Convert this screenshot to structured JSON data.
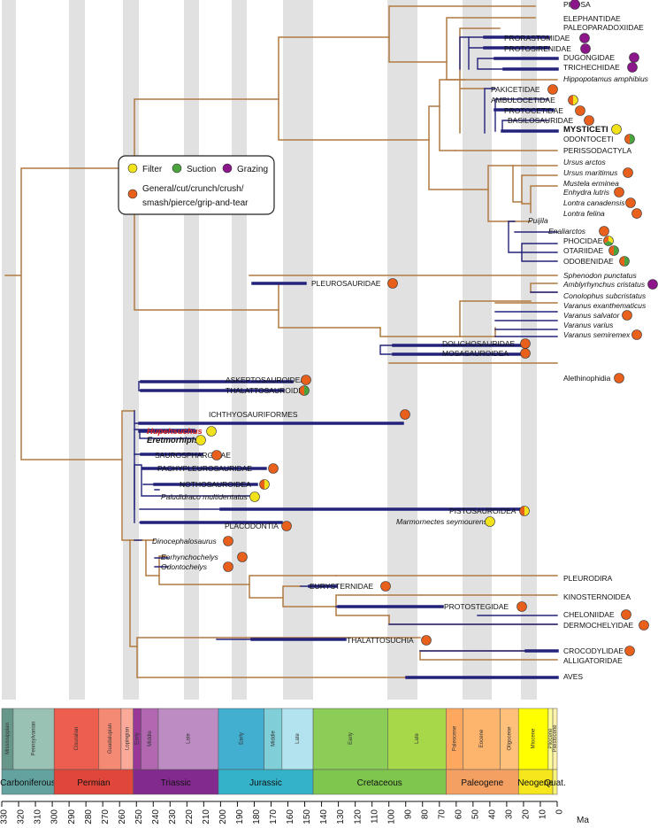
{
  "colors": {
    "branch_brown": "#b07a40",
    "branch_blue": "#22227a",
    "shade": "#e1e1e1",
    "dot_filter": "#f2e21a",
    "dot_suction": "#4aa33d",
    "dot_grazing": "#8b178b",
    "dot_general": "#e8601c",
    "hupehsuchus_red": "#d8231f"
  },
  "legend": {
    "filter": "Filter",
    "suction": "Suction",
    "grazing": "Grazing",
    "general_line1": "General/cut/crunch/crush/",
    "general_line2": "smash/pierce/grip-and-tear"
  },
  "taxa": [
    {
      "label": "PILOSA",
      "style": "caps",
      "diet": [
        "grazing"
      ]
    },
    {
      "label": "ELEPHANTIDAE",
      "style": "caps",
      "diet": []
    },
    {
      "label": "PALEOPARADOXIIDAE",
      "style": "caps",
      "diet": []
    },
    {
      "label": "PRORASTOMIDAE",
      "style": "caps",
      "diet": [
        "grazing"
      ]
    },
    {
      "label": "PROTOSIRENIDAE",
      "style": "caps",
      "diet": [
        "grazing"
      ]
    },
    {
      "label": "DUGONGIDAE",
      "style": "caps",
      "diet": [
        "grazing"
      ]
    },
    {
      "label": "TRICHECHIDAE",
      "style": "caps",
      "diet": [
        "grazing"
      ]
    },
    {
      "label": "Hippopotamus amphibius",
      "style": "italic",
      "diet": []
    },
    {
      "label": "PAKICETIDAE",
      "style": "caps",
      "diet": [
        "general"
      ]
    },
    {
      "label": "AMBULOCETIDAE",
      "style": "caps",
      "diet": [
        "filter",
        "general"
      ]
    },
    {
      "label": "PROTOCETIDAE",
      "style": "caps",
      "diet": [
        "general"
      ]
    },
    {
      "label": "BASILOSAURIDAE",
      "style": "caps",
      "diet": [
        "general"
      ]
    },
    {
      "label": "MYSTICETI",
      "style": "bold",
      "diet": [
        "filter"
      ]
    },
    {
      "label": "ODONTOCETI",
      "style": "caps",
      "diet": [
        "suction",
        "general"
      ]
    },
    {
      "label": "PERISSODACTYLA",
      "style": "caps",
      "diet": []
    },
    {
      "label": "Ursus arctos",
      "style": "italic",
      "diet": []
    },
    {
      "label": "Ursus maritimus",
      "style": "italic",
      "diet": [
        "general"
      ]
    },
    {
      "label": "Mustela erminea",
      "style": "italic",
      "diet": []
    },
    {
      "label": "Enhydra lutris",
      "style": "italic",
      "diet": [
        "general"
      ]
    },
    {
      "label": "Lontra canadensis",
      "style": "italic",
      "diet": [
        "general"
      ]
    },
    {
      "label": "Lontra felina",
      "style": "italic",
      "diet": [
        "general"
      ]
    },
    {
      "label": "Puijila",
      "style": "italic",
      "diet": []
    },
    {
      "label": "Enaliarctos",
      "style": "italic",
      "diet": [
        "general"
      ]
    },
    {
      "label": "PHOCIDAE",
      "style": "caps",
      "diet": [
        "filter",
        "suction",
        "general"
      ]
    },
    {
      "label": "OTARIIDAE",
      "style": "caps",
      "diet": [
        "suction",
        "general"
      ]
    },
    {
      "label": "ODOBENIDAE",
      "style": "caps",
      "diet": [
        "suction",
        "general"
      ]
    },
    {
      "label": "Sphenodon punctatus",
      "style": "italic",
      "diet": []
    },
    {
      "label": "PLEUROSAURIDAE",
      "style": "caps",
      "diet": [
        "general"
      ]
    },
    {
      "label": "Amblyrhynchus cristatus",
      "style": "italic",
      "diet": [
        "grazing"
      ]
    },
    {
      "label": "Conolophus subcristatus",
      "style": "italic",
      "diet": []
    },
    {
      "label": "Varanus exanthematicus",
      "style": "italic",
      "diet": []
    },
    {
      "label": "Varanus salvator",
      "style": "italic",
      "diet": [
        "general"
      ]
    },
    {
      "label": "Varanus varius",
      "style": "italic",
      "diet": []
    },
    {
      "label": "Varanus semiremex",
      "style": "italic",
      "diet": [
        "general"
      ]
    },
    {
      "label": "DOLICHOSAURIDAE",
      "style": "caps",
      "diet": [
        "general"
      ]
    },
    {
      "label": "MOSASAUROIDEA",
      "style": "caps",
      "diet": [
        "general"
      ]
    },
    {
      "label": "Alethinophidia",
      "style": "plain",
      "diet": [
        "general"
      ]
    },
    {
      "label": "ASKEPTOSAUROIDEA",
      "style": "caps",
      "diet": [
        "general"
      ]
    },
    {
      "label": "THALATTOSAUROIDEA",
      "style": "caps",
      "diet": [
        "suction",
        "general"
      ]
    },
    {
      "label": "ICHTHYOSAURIFORMES",
      "style": "caps",
      "diet": [
        "general"
      ]
    },
    {
      "label": "Hupehsuchus",
      "style": "red",
      "diet": [
        "filter"
      ]
    },
    {
      "label": "Eretmorhipis",
      "style": "bolditalic",
      "diet": [
        "filter"
      ]
    },
    {
      "label": "SAUROSPHARGIDAE",
      "style": "caps",
      "diet": [
        "general"
      ]
    },
    {
      "label": "PACHYPLEUROSAURIDAE",
      "style": "caps",
      "diet": [
        "general"
      ]
    },
    {
      "label": "NOTHOSAUROIDEA",
      "style": "caps",
      "diet": [
        "filter",
        "general"
      ]
    },
    {
      "label": "Paludidraco multidentatus",
      "style": "italic",
      "diet": [
        "filter"
      ]
    },
    {
      "label": "PISTOSAUROIDEA",
      "style": "caps",
      "diet": [
        "filter",
        "general"
      ]
    },
    {
      "label": "Marmornectes seymourensis",
      "style": "italic",
      "diet": [
        "filter"
      ]
    },
    {
      "label": "PLACODONTIA",
      "style": "caps",
      "diet": [
        "general"
      ]
    },
    {
      "label": "Dinocephalosaurus",
      "style": "italic",
      "diet": [
        "general"
      ]
    },
    {
      "label": "Eorhynchochelys",
      "style": "italic",
      "diet": [
        "general"
      ]
    },
    {
      "label": "Odontochelys",
      "style": "italic",
      "diet": [
        "general"
      ]
    },
    {
      "label": "PLEURODIRA",
      "style": "caps",
      "diet": []
    },
    {
      "label": "EURYSTERNIDAE",
      "style": "caps",
      "diet": [
        "general"
      ]
    },
    {
      "label": "KINOSTERNOIDEA",
      "style": "caps",
      "diet": []
    },
    {
      "label": "PROTOSTEGIDAE",
      "style": "caps",
      "diet": [
        "general"
      ]
    },
    {
      "label": "CHELONIIDAE",
      "style": "caps",
      "diet": [
        "general"
      ]
    },
    {
      "label": "DERMOCHELYIDAE",
      "style": "caps",
      "diet": [
        "general"
      ]
    },
    {
      "label": "THALATTOSUCHIA",
      "style": "caps",
      "diet": [
        "general"
      ]
    },
    {
      "label": "CROCODYLIDAE",
      "style": "caps",
      "diet": [
        "general"
      ]
    },
    {
      "label": "ALLIGATORIDAE",
      "style": "caps",
      "diet": []
    },
    {
      "label": "AVES",
      "style": "caps",
      "diet": []
    }
  ],
  "periods": [
    {
      "name": "Carboniferous",
      "color": "#62a3a0"
    },
    {
      "name": "Permian",
      "color": "#e0463a"
    },
    {
      "name": "Triassic",
      "color": "#822a8e"
    },
    {
      "name": "Jurassic",
      "color": "#34b2c9"
    },
    {
      "name": "Cretaceous",
      "color": "#7fc64e"
    },
    {
      "name": "Paleogene",
      "color": "#f4a063"
    },
    {
      "name": "Neogene",
      "color": "#f6e61c"
    },
    {
      "name": "Quat.",
      "color": "#f9f57a"
    }
  ],
  "epochs": [
    {
      "name": "Mississippian",
      "color": "#67978b"
    },
    {
      "name": "Pennsylvanian",
      "color": "#99c2b5"
    },
    {
      "name": "Cisuralian",
      "color": "#ee5e4f"
    },
    {
      "name": "Guadalupian",
      "color": "#f58a74"
    },
    {
      "name": "Lopingian",
      "color": "#fbaa9a"
    },
    {
      "name": "Early",
      "color": "#983999"
    },
    {
      "name": "Middle",
      "color": "#b168b1"
    },
    {
      "name": "Late",
      "color": "#bd8cc3"
    },
    {
      "name": "Early",
      "color": "#42aed0"
    },
    {
      "name": "Middle",
      "color": "#80cfd8"
    },
    {
      "name": "Late",
      "color": "#b3e3ee"
    },
    {
      "name": "Early",
      "color": "#8ccd57"
    },
    {
      "name": "Late",
      "color": "#a6d84a"
    },
    {
      "name": "Paleocene",
      "color": "#fda75f"
    },
    {
      "name": "Eocene",
      "color": "#fdb46c"
    },
    {
      "name": "Oligocene",
      "color": "#fec07a"
    },
    {
      "name": "Miocene",
      "color": "#ffff00"
    },
    {
      "name": "Pliocene",
      "color": "#ffff99"
    },
    {
      "name": "Pleistocene",
      "color": "#fff2ae"
    }
  ],
  "axis": {
    "ticks": [
      "330",
      "320",
      "310",
      "300",
      "290",
      "280",
      "270",
      "260",
      "250",
      "240",
      "230",
      "220",
      "210",
      "200",
      "190",
      "180",
      "170",
      "160",
      "150",
      "140",
      "130",
      "120",
      "110",
      "100",
      "90",
      "80",
      "70",
      "60",
      "50",
      "40",
      "30",
      "20",
      "10",
      "0"
    ],
    "unit": "Ma"
  }
}
